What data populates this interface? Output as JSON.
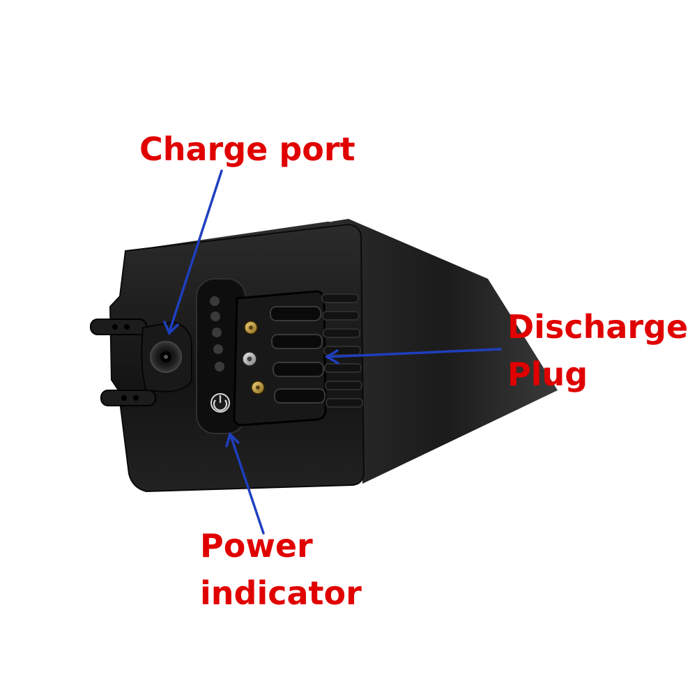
{
  "labels": {
    "charge_port": "Charge port",
    "discharge_line1": "Discharge",
    "discharge_line2": "Plug",
    "power_line1": "Power",
    "power_line2": "indicator"
  },
  "indicator": {
    "led_count": 5
  },
  "colors": {
    "label_text": "#e00000",
    "callout_arrow": "#1f3fbf",
    "battery_body": "#1a1a1a",
    "background": "#ffffff"
  },
  "icons": {
    "power_button": "power-icon",
    "arrow": "arrow-icon"
  }
}
